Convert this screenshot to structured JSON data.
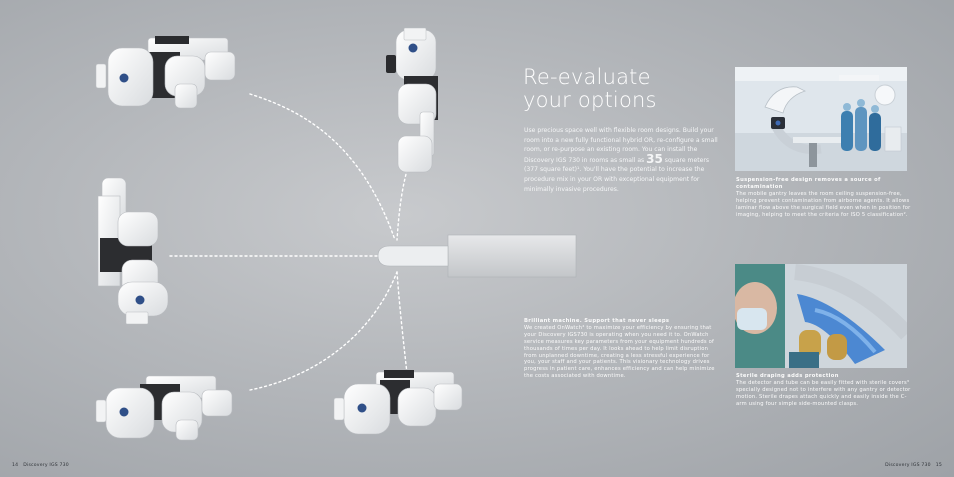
{
  "headline": {
    "line1": "Re-evaluate",
    "line2": "your options"
  },
  "intro": {
    "before": "Use precious space well with flexible room designs. Build your room into a new fully functional hybrid OR, re-configure a small room, or re-purpose an existing room. You can install the Discovery IGS 730 in rooms as small as ",
    "number": "35",
    "after": " square meters (377 square feet)¹. You'll have the potential to increase the procedure mix in your OR with exceptional equipment for minimally invasive procedures."
  },
  "captions": {
    "suspension": {
      "title": "Suspension-free design removes a source of contamination",
      "body": "The mobile gantry leaves the room ceiling suspension-free, helping prevent contamination from airborne agents. It allows laminar flow above the surgical field even when in position for imaging, helping to meet the criteria for ISO 5 classification²."
    },
    "draping": {
      "title": "Sterile draping adds protection",
      "body": "The detector and tube can be easily fitted with sterile covers³ specially designed not to interfere with any gantry or detector motion. Sterile drapes attach quickly and easily inside the C-arm using four simple side-mounted clasps."
    },
    "machine": {
      "title": "Brilliant machine. Support that never sleeps",
      "body": "We created OnWatch⁴ to maximize your efficiency by ensuring that your Discovery IGS730 is operating when you need it to. OnWatch service measures key parameters from your equipment hundreds of thousands of times per day. It looks ahead to help limit disruption from unplanned downtime, creating a less stressful experience for you, your staff and your patients. This visionary technology drives progress in patient care, enhances efficiency and can help minimize the costs associated with downtime."
    }
  },
  "footer": {
    "left_page": "14",
    "left_title": "Discovery IGS 730",
    "right_title": "Discovery IGS 730",
    "right_page": "15"
  }
}
